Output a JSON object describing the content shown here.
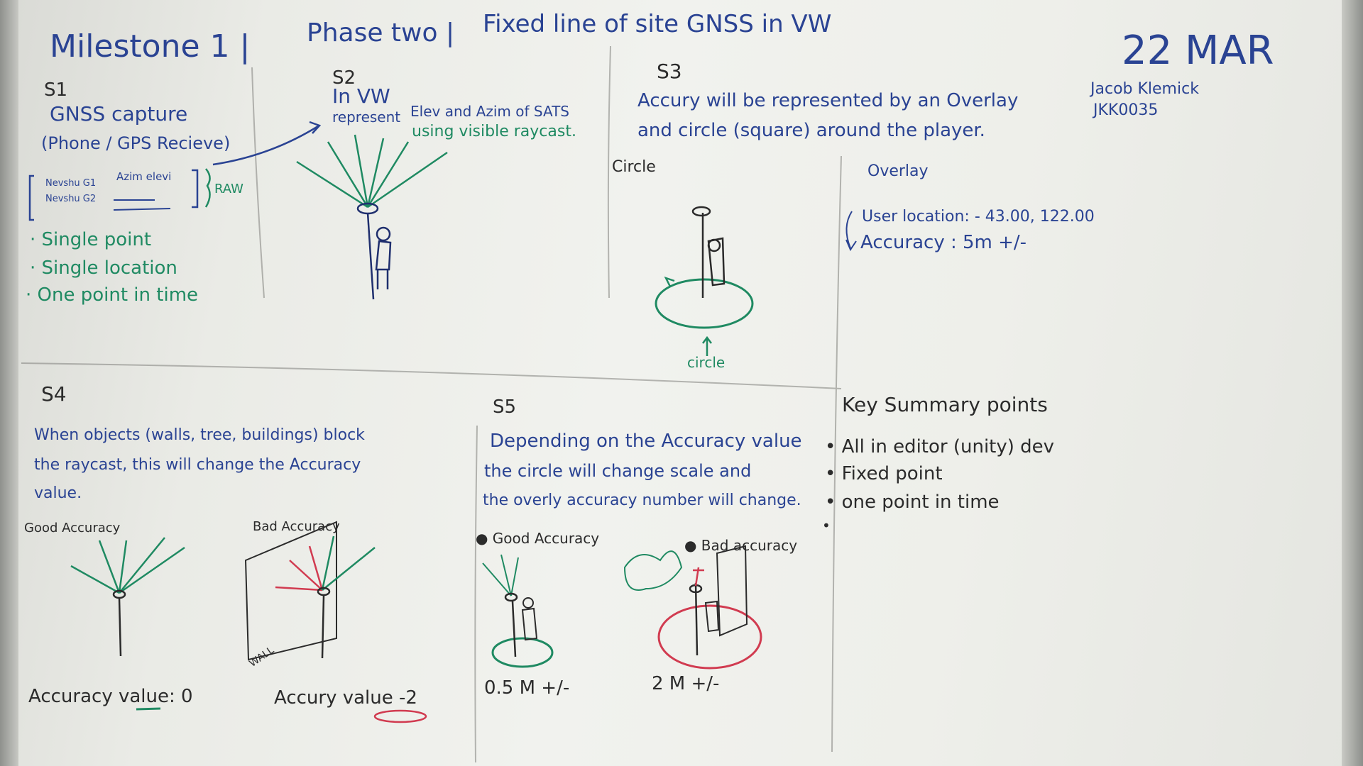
{
  "colors": {
    "board": "#eeefea",
    "ink_blue": "#2a4393",
    "ink_green": "#1f8a62",
    "ink_black": "#2b2b2b",
    "ink_red": "#d13b50"
  },
  "header": {
    "milestone": "Milestone 1 |",
    "phase": "Phase two |",
    "topic": "Fixed line of site GNSS in VW",
    "date": "22 MAR",
    "author": "Jacob Klemick",
    "author_id": "JKK0035"
  },
  "s1": {
    "step": "S1",
    "title_1": "GNSS capture",
    "title_2": "(Phone / GPS Recieve)",
    "table_r1_c1": "Nevshu G1",
    "table_r2_c1": "Nevshu G2",
    "table_h2": "Azim elevi",
    "raw_label": "RAW",
    "bullets": [
      "· Single point",
      "· Single location",
      "· One point in time"
    ]
  },
  "s2": {
    "step": "S2",
    "title_1": "In VW",
    "title_2": "represent",
    "note_1": "Elev and Azim of SATS",
    "note_2": "using visible raycast."
  },
  "s3": {
    "step": "S3",
    "text_1": "Accury will be represented by an Overlay",
    "text_2": "and circle (square) around the player.",
    "circle_label": "Circle",
    "circle_arrow_label": "circle",
    "overlay_label": "Overlay",
    "user_location": "User location: - 43.00, 122.00",
    "accuracy_line": "Accuracy : 5m +/-"
  },
  "s4": {
    "step": "S4",
    "text_1": "When objects (walls, tree, buildings) block",
    "text_2": "the raycast, this will change the Accuracy",
    "text_3": "value.",
    "good_label": "Good Accuracy",
    "bad_label": "Bad Accuracy",
    "wall_label": "WALL",
    "good_value": "Accuracy value: 0",
    "bad_value": "Accury value -2"
  },
  "s5": {
    "step": "S5",
    "text_1": "Depending on the Accuracy value",
    "text_2": "the circle will change scale and",
    "text_3": "the overly accuracy number will change.",
    "good_label": "● Good Accuracy",
    "bad_label": "● Bad accuracy",
    "good_value": "0.5 M +/-",
    "bad_value": "2 M +/-"
  },
  "summary": {
    "title": "Key Summary points",
    "bullets": [
      "• All in editor (unity) dev",
      "• Fixed point",
      "• one point in time",
      "•"
    ]
  }
}
